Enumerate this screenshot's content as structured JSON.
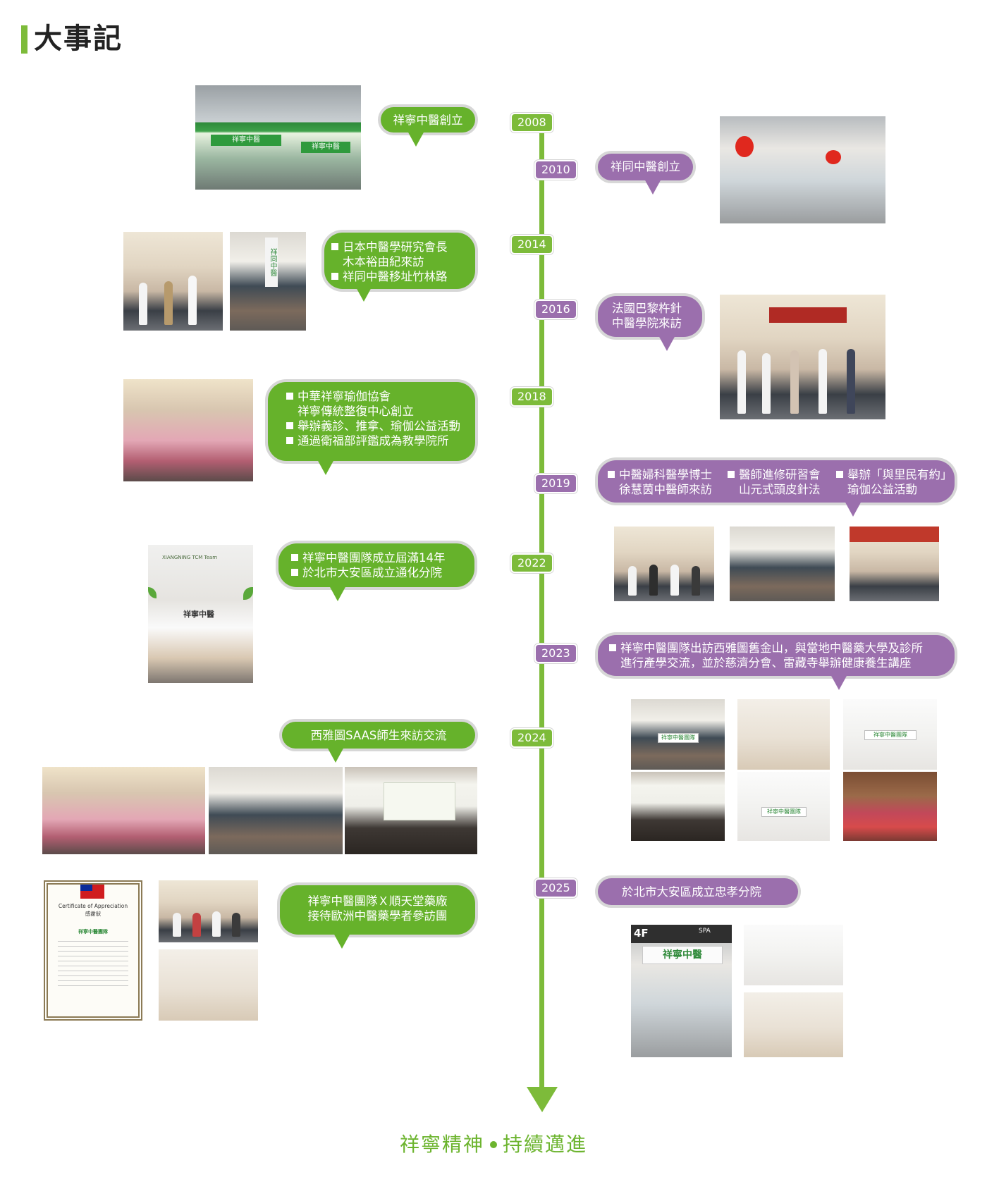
{
  "page": {
    "title": "大事記"
  },
  "colors": {
    "green": "#66b22b",
    "purple": "#9b6fad",
    "line": "#7dbb3a"
  },
  "years": [
    "2008",
    "2010",
    "2014",
    "2016",
    "2018",
    "2019",
    "2022",
    "2023",
    "2024",
    "2025"
  ],
  "events": {
    "e2008": {
      "lines": [
        "祥寧中醫創立"
      ]
    },
    "e2010": {
      "lines": [
        "祥同中醫創立"
      ]
    },
    "e2014": {
      "lines": [
        "日本中醫學研究會長",
        "木本裕由紀來訪",
        "祥同中醫移址竹林路"
      ]
    },
    "e2016": {
      "lines": [
        "法國巴黎杵針",
        "中醫學院來訪"
      ]
    },
    "e2018": {
      "lines": [
        "中華祥寧瑜伽協會",
        "祥寧傳統整復中心創立",
        "舉辦義診、推拿、瑜伽公益活動",
        "通過衛福部評鑑成為教學院所"
      ]
    },
    "e2019": {
      "cols": [
        [
          "中醫婦科醫學博士",
          "徐慧茵中醫師來訪"
        ],
        [
          "醫師進修研習會",
          "山元式頭皮針法"
        ],
        [
          "舉辦「與里民有約」",
          "瑜伽公益活動"
        ]
      ]
    },
    "e2022": {
      "lines": [
        "祥寧中醫團隊成立屆滿14年",
        "於北市大安區成立通化分院"
      ]
    },
    "e2023": {
      "lines": [
        "祥寧中醫團隊出訪西雅圖舊金山，與當地中醫藥大學及診所",
        "進行產學交流，並於慈濟分會、雷藏寺舉辦健康養生講座"
      ]
    },
    "e2024a": {
      "lines": [
        "西雅圖SAAS師生來訪交流"
      ]
    },
    "e2024b": {
      "lines": [
        "祥寧中醫團隊Ｘ順天堂藥廠",
        "接待歐洲中醫藥學者參訪團"
      ]
    },
    "e2025": {
      "lines": [
        "於北市大安區成立忠孝分院"
      ]
    }
  },
  "photo_text": {
    "sign_2008": "祥寧中醫",
    "team_2022": "XIANGNING TCM Team",
    "sign_2022": "祥寧中醫",
    "sign_2014": "祥同中醫",
    "banner_2023": "祥寧中醫團隊",
    "cert_en": "Certificate of Appreciation",
    "cert_zh": "感謝狀",
    "cert_brand": "祥寧中醫團隊",
    "sign_2025": "祥寧中醫",
    "spa_2025": "SPA",
    "floor_2025": "4F"
  },
  "footer": {
    "left": "祥寧精神",
    "right": "持續邁進"
  }
}
